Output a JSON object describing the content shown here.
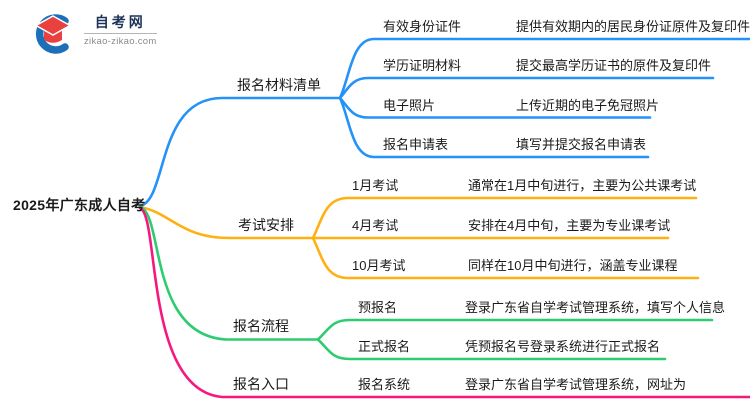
{
  "logo": {
    "site_name": "自考网",
    "site_url": "zikao-zikao.com"
  },
  "colors": {
    "branch1": "#2492f7",
    "branch2": "#ffb012",
    "branch3": "#2ecc71",
    "branch4": "#f5197e",
    "logo_blue": "#1d70b8",
    "logo_red": "#e8413f"
  },
  "root": {
    "title": "2025年广东成人自考"
  },
  "branches": [
    {
      "label": "报名材料清单",
      "children": [
        {
          "label": "有效身份证件",
          "detail": "提供有效期内的居民身份证原件及复印件"
        },
        {
          "label": "学历证明材料",
          "detail": "提交最高学历证书的原件及复印件"
        },
        {
          "label": "电子照片",
          "detail": "上传近期的电子免冠照片"
        },
        {
          "label": "报名申请表",
          "detail": "填写并提交报名申请表"
        }
      ]
    },
    {
      "label": "考试安排",
      "children": [
        {
          "label": "1月考试",
          "detail": "通常在1月中旬进行，主要为公共课考试"
        },
        {
          "label": "4月考试",
          "detail": "安排在4月中旬，主要为专业课考试"
        },
        {
          "label": "10月考试",
          "detail": "同样在10月中旬进行，涵盖专业课程"
        }
      ]
    },
    {
      "label": "报名流程",
      "children": [
        {
          "label": "预报名",
          "detail": "登录广东省自学考试管理系统，填写个人信息"
        },
        {
          "label": "正式报名",
          "detail": "凭预报名号登录系统进行正式报名"
        }
      ]
    },
    {
      "label": "报名入口",
      "children": [
        {
          "label": "报名系统",
          "detail": "登录广东省自学考试管理系统，网址为"
        }
      ]
    }
  ]
}
